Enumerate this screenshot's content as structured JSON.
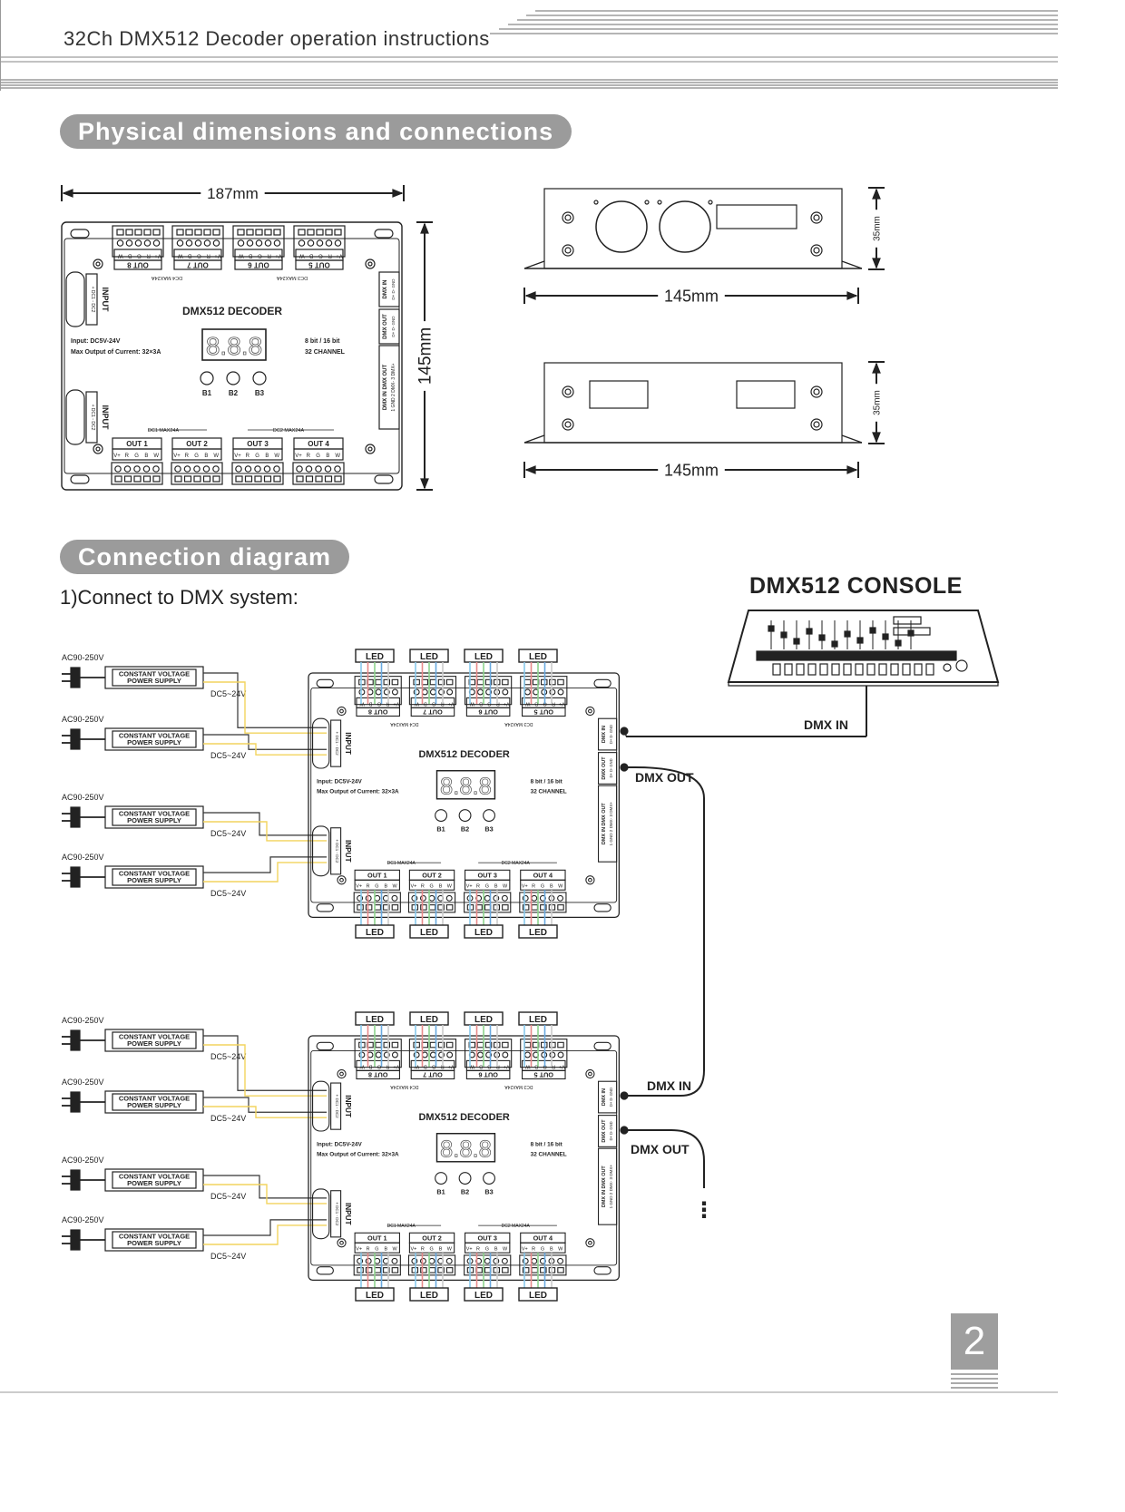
{
  "header": {
    "title": "32Ch DMX512 Decoder operation instructions"
  },
  "sections": {
    "dimensions": "Physical dimensions and connections",
    "diagram": "Connection diagram"
  },
  "dims": {
    "width": "187mm",
    "height": "145mm",
    "side_len": "145mm",
    "side_h": "35mm"
  },
  "decoder": {
    "name": "DMX512 DECODER",
    "input": "Input: DC5V-24V",
    "max_output": "Max Output of Current: 32×3A",
    "bits": "8 bit / 16 bit",
    "channels": "32 CHANNEL",
    "display": "8.8.8",
    "buttons": [
      "B1",
      "B2",
      "B3"
    ],
    "top_outputs": [
      "OUT 8",
      "OUT 7",
      "OUT 6",
      "OUT 5"
    ],
    "bottom_outputs": [
      "OUT 1",
      "OUT 2",
      "OUT 3",
      "OUT 4"
    ],
    "top_dc": [
      "DC4 MAX24A",
      "DC3 MAX24A"
    ],
    "bottom_dc": [
      "DC1 MAX24A",
      "DC2 MAX24A"
    ],
    "pins": [
      "V+",
      "R",
      "G",
      "B",
      "W"
    ],
    "input_label": "INPUT",
    "dmx_in": "DMX IN",
    "dmx_out": "DMX OUT",
    "dmx_pins": "1 GND  2 DMX-  3 DMX+"
  },
  "connection": {
    "subtitle": "1)Connect to DMX system:",
    "console": "DMX512 CONSOLE",
    "ac": "AC90-250V",
    "psu": [
      "CONSTANT VOLTAGE",
      "POWER SUPPLY"
    ],
    "dc": "DC5~24V",
    "led": "LED",
    "dmx_in": "DMX IN",
    "dmx_out": "DMX OUT",
    "more": "⋮"
  },
  "page_number": "2"
}
